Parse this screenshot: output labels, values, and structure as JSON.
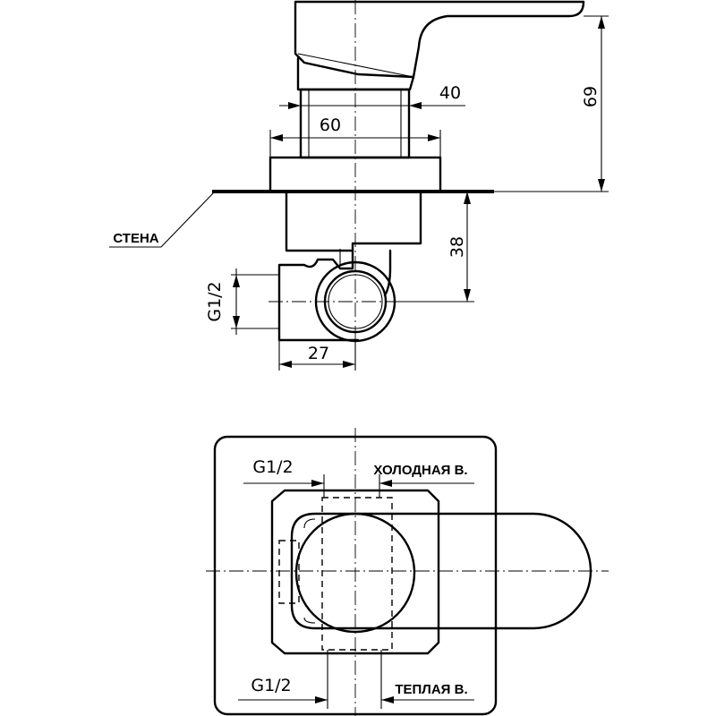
{
  "side_view": {
    "dim_height_total": "69",
    "dim_inner_width": "40",
    "dim_sleeve_width": "60",
    "dim_depth": "38",
    "dim_thread": "G1/2",
    "dim_body_width": "27",
    "wall_label": "СТЕНА"
  },
  "top_view": {
    "thread_top": "G1/2",
    "thread_bottom": "G1/2",
    "cold_water_label": "ХОЛОДНАЯ В.",
    "warm_water_label": "ТЕПЛАЯ В."
  }
}
